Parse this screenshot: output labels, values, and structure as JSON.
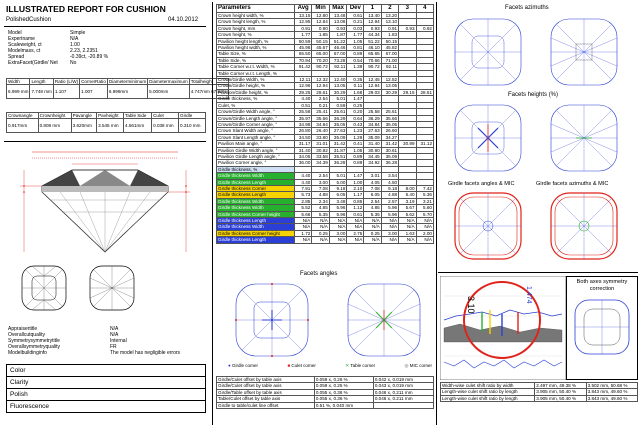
{
  "report": {
    "title": "ILLUSTRATED REPORT FOR CUSHION",
    "subtitle": "PolishedCushion",
    "date": "04.10.2012"
  },
  "info": [
    {
      "label": "Model",
      "value": "Simple"
    },
    {
      "label": "Expertname",
      "value": "N/A"
    },
    {
      "label": "Scaleweight, ct",
      "value": "1.00"
    },
    {
      "label": "Modelmass, ct",
      "value": "2.23, 2.2351"
    },
    {
      "label": "Spread",
      "value": "-0.39ct, -20.89 %"
    },
    {
      "label": "ExtraFacet(Girdle/ Net",
      "value": "No"
    }
  ],
  "dims1": {
    "headers": [
      "Width",
      "Length",
      "Ratio (L/W)",
      "CornerRatio",
      "Diameterminimum",
      "Diametermaximum",
      "Totalheight"
    ],
    "values": [
      "6.999 mm",
      "7.748 mm",
      "1.107",
      "1.007",
      "6.999mm",
      "5.000mm",
      "4.747mm 67.82%"
    ]
  },
  "dims2": {
    "headers": [
      "Crownangle",
      "Crownheight",
      "Pavangle",
      "Pavheight",
      "Table Side",
      "Culet",
      "Girdle"
    ],
    "values": [
      "0.917mm",
      "0.808 mm",
      "3.620mm",
      "3.545 mm",
      "4.561mm",
      "0.038 mm",
      "0.310 mm"
    ]
  },
  "assess": [
    {
      "label": "Appraisertitle",
      "value": "N/A"
    },
    {
      "label": "Overallcutquality",
      "value": "N/A"
    },
    {
      "label": "Symmetrysymmetrytitle",
      "value": "Internal"
    },
    {
      "label": "Overallsymmetryquality",
      "value": "FR"
    },
    {
      "label": "Modelbuildinginfo",
      "value": "The model has negligible errors"
    }
  ],
  "quality_rows": [
    "Color",
    "Clarity",
    "Polish",
    "Fluorescence"
  ],
  "params": {
    "headers": [
      "Parameters",
      "Avg",
      "Min",
      "Max",
      "Dev",
      "1",
      "2",
      "3",
      "4"
    ],
    "rows": [
      {
        "name": "Crown height width, %",
        "v": [
          "13.15",
          "12.80",
          "13.48",
          "0.61",
          "13.40",
          "13.20",
          "",
          ""
        ],
        "c": ""
      },
      {
        "name": "Crown height length, %",
        "v": [
          "12.95",
          "12.84",
          "13.06",
          "0.21",
          "12.94",
          "13.10",
          "",
          ""
        ],
        "c": ""
      },
      {
        "name": "Crown height, mm",
        "v": [
          "0.91",
          "0.90",
          "0.93",
          "0.03",
          "0.93",
          "0.91",
          "0.93",
          "0.92"
        ],
        "c": ""
      },
      {
        "name": "Crown height, %",
        "v": [
          "1.77",
          "1.85",
          "1.87",
          "1.77",
          "44.34",
          "1.83",
          "",
          ""
        ],
        "c": ""
      },
      {
        "name": "Pavilion height length, %",
        "v": [
          "50.59",
          "50.15",
          "51.22",
          "1.05",
          "51.22",
          "50.15",
          "",
          ""
        ],
        "c": ""
      },
      {
        "name": "Pavilion height width, %",
        "v": [
          "45.98",
          "45.67",
          "46.46",
          "0.81",
          "46.10",
          "45.82",
          "",
          ""
        ],
        "c": ""
      },
      {
        "name": "Table Size, %",
        "v": [
          "65.50",
          "65.00",
          "67.00",
          "0.89",
          "65.65",
          "67.00",
          "",
          ""
        ],
        "c": ""
      },
      {
        "name": "Table Side, %",
        "v": [
          "70.94",
          "70.20",
          "73.28",
          "0.54",
          "70.66",
          "71.00",
          "",
          ""
        ],
        "c": ""
      },
      {
        "name": "Table Corner w.r.t. Width, %",
        "v": [
          "91.42",
          "90.72",
          "92.11",
          "1.39",
          "90.72",
          "92.11",
          "",
          ""
        ],
        "c": ""
      },
      {
        "name": "Table Corner w.r.t. Length, %",
        "v": [
          "",
          "",
          "",
          "",
          "",
          "",
          "",
          ""
        ],
        "c": ""
      },
      {
        "name": "Crown/Girdle Width, %",
        "v": [
          "12.11",
          "12.32",
          "12.40",
          "0.35",
          "12.45",
          "12.52",
          "",
          ""
        ],
        "c": ""
      },
      {
        "name": "Crown/Girdle height, %",
        "v": [
          "12.96",
          "12.94",
          "13.05",
          "0.11",
          "12.94",
          "13.05",
          "",
          ""
        ],
        "c": ""
      },
      {
        "name": "Pavilion/Girdle height, %",
        "v": [
          "29.25",
          "28.61",
          "30.29",
          "1.68",
          "29.03",
          "30.29",
          "29.15",
          "28.61"
        ],
        "c": ""
      },
      {
        "name": "Girdle thickness, %",
        "v": [
          "4.40",
          "2.54",
          "5.01",
          "1.47",
          "",
          "",
          "",
          ""
        ],
        "c": ""
      },
      {
        "name": "Culet, %",
        "v": [
          "0.51",
          "0.21",
          "0.59",
          "0.25",
          "",
          "",
          "",
          ""
        ],
        "c": ""
      },
      {
        "name": "Crown/Girdle Width angle, °",
        "v": [
          "25.58",
          "25.41",
          "25.61",
          "0.20",
          "25.58",
          "25.61",
          "",
          ""
        ],
        "c": ""
      },
      {
        "name": "Crown/Girdle Length angle, °",
        "v": [
          "35.97",
          "35.66",
          "36.29",
          "0.64",
          "36.29",
          "35.66",
          "",
          ""
        ],
        "c": ""
      },
      {
        "name": "Crown/Girdle Corner angle, °",
        "v": [
          "34.98",
          "34.84",
          "35.05",
          "0.43",
          "34.84",
          "35.05",
          "",
          ""
        ],
        "c": ""
      },
      {
        "name": "Crown Slant Width angle, °",
        "v": [
          "26.80",
          "26.40",
          "27.63",
          "1.23",
          "27.63",
          "26.60",
          "",
          ""
        ],
        "c": ""
      },
      {
        "name": "Crown Slant Length angle, °",
        "v": [
          "34.50",
          "33.80",
          "35.09",
          "1.29",
          "35.09",
          "34.27",
          "",
          ""
        ],
        "c": ""
      },
      {
        "name": "Pavilion Main angle, °",
        "v": [
          "31.17",
          "31.01",
          "31.42",
          "0.41",
          "31.40",
          "31.42",
          "30.99",
          "31.12"
        ],
        "c": ""
      },
      {
        "name": "Pavilion Girdle Width angle, °",
        "v": [
          "31.40",
          "30.82",
          "31.87",
          "1.05",
          "30.80",
          "30.61",
          "",
          ""
        ],
        "c": ""
      },
      {
        "name": "Pavilion Girdle Length angle, °",
        "v": [
          "34.05",
          "33.58",
          "35.51",
          "0.89",
          "34.45",
          "35.09",
          "",
          ""
        ],
        "c": ""
      },
      {
        "name": "Pavilion Corner angle, °",
        "v": [
          "36.00",
          "34.39",
          "36.28",
          "0.89",
          "34.92",
          "36.28",
          "",
          ""
        ],
        "c": ""
      },
      {
        "name": "Girdle thickness, %",
        "v": [
          "",
          "",
          "",
          "",
          "",
          "",
          "",
          ""
        ],
        "c": "ltb"
      },
      {
        "name": "Girdle thickness Width",
        "v": [
          "4.40",
          "2.54",
          "5.01",
          "1.47",
          "3.01",
          "3.54",
          "",
          ""
        ],
        "c": "grn"
      },
      {
        "name": "Girdle thickness Length",
        "v": [
          "4.40",
          "3.00",
          "5.00",
          "1.00",
          "4.05",
          "4.50",
          "",
          ""
        ],
        "c": "grn"
      },
      {
        "name": "Girdle thickness Corner",
        "v": [
          "7.91",
          "7.08",
          "9.18",
          "2.10",
          "7.08",
          "9.18",
          "8.00",
          "7.42"
        ],
        "c": "ylw"
      },
      {
        "name": "Girdle thickness Length",
        "v": [
          "5.73",
          "4.88",
          "6.05",
          "1.17",
          "6.05",
          "4.88",
          "5.40",
          "5.36"
        ],
        "c": "ylw"
      },
      {
        "name": "Girdle thickness Width",
        "v": [
          "2.85",
          "2.34",
          "3.48",
          "0.85",
          "2.54",
          "2.57",
          "3.19",
          "3.21"
        ],
        "c": "grn"
      },
      {
        "name": "Girdle thickness Width",
        "v": [
          "5.52",
          "4.85",
          "5.96",
          "1.12",
          "4.85",
          "5.96",
          "5.67",
          "5.60"
        ],
        "c": "grn"
      },
      {
        "name": "Girdle thickness Corner height",
        "v": [
          "5.66",
          "5.35",
          "5.96",
          "0.61",
          "5.35",
          "5.96",
          "5.62",
          "5.70"
        ],
        "c": "grn"
      },
      {
        "name": "Girdle thickness Length",
        "v": [
          "N/A",
          "N/A",
          "N/A",
          "N/A",
          "N/A",
          "N/A",
          "N/A",
          "N/A"
        ],
        "c": "blu"
      },
      {
        "name": "Girdle thickness Width",
        "v": [
          "N/A",
          "N/A",
          "N/A",
          "N/A",
          "N/A",
          "N/A",
          "N/A",
          "N/A"
        ],
        "c": "blu"
      },
      {
        "name": "Girdle thickness Corner height",
        "v": [
          "1.72",
          "0.25",
          "3.00",
          "2.75",
          "0.25",
          "3.00",
          "1.63",
          "2.00"
        ],
        "c": "ylw"
      },
      {
        "name": "Girdle thickness Length",
        "v": [
          "N/A",
          "N/A",
          "N/A",
          "N/A",
          "N/A",
          "N/A",
          "N/A",
          "N/A"
        ],
        "c": "blu"
      }
    ]
  },
  "facets_angles": {
    "title": "Facets angles",
    "legend": [
      "Girdle corner",
      "Culet corner",
      "Table corner",
      "MIC corner"
    ]
  },
  "offsets": [
    {
      "label": "Girdle/Culet offset by table axis",
      "v1": "0.059 x, 0.26 %",
      "v2": "0.042 x, 0.019 mm"
    },
    {
      "label": "Girdle/Culet offset by table axis",
      "v1": "0.059 x, 0.25 %",
      "v2": "0.043 x, 0.019 mm"
    },
    {
      "label": "Girdle/Table offset by table axis",
      "v1": "0.055 x, 0.36 %",
      "v2": "0.046 x, 0.211 mm"
    },
    {
      "label": "Table/Culet offset by table axis",
      "v1": "0.055 x, 0.36 %",
      "v2": "0.046 x, 0.211 mm"
    },
    {
      "label": "Girdle to table/culet line offset",
      "v1": "0.51 %, 0.040 mm",
      "v2": ""
    }
  ],
  "right": {
    "azimuths": "Facets azimuths",
    "heights": "Facets heights (%)",
    "girdle_angles": "Girdle facets angles & MIC",
    "girdle_azimuths": "Girdle facets azimuths & MIC",
    "symmetry": "Both axes symmetry correction",
    "circle_nums": [
      "3.10",
      "1.474"
    ]
  },
  "bottom_right": [
    {
      "label": "Width-wise culet shift ratio by width",
      "v1": "2.497 mm, 49.38 %",
      "v2": "3.502 mm, 50.68 %"
    },
    {
      "label": "Length-wise culet shift ratio by length",
      "v1": "3.905 mm, 50.40 %",
      "v2": "3.843 mm, 49.60 %"
    },
    {
      "label": "Length-wise culet shift ratio by length",
      "v1": "3.905 mm, 50.40 %",
      "v2": "3.843 mm, 49.60 %"
    }
  ],
  "colors": {
    "green": "#27b02e",
    "yellow": "#f6d300",
    "blue": "#2b3fd6",
    "red": "#e0231a",
    "accent": "#c5d9ef"
  }
}
